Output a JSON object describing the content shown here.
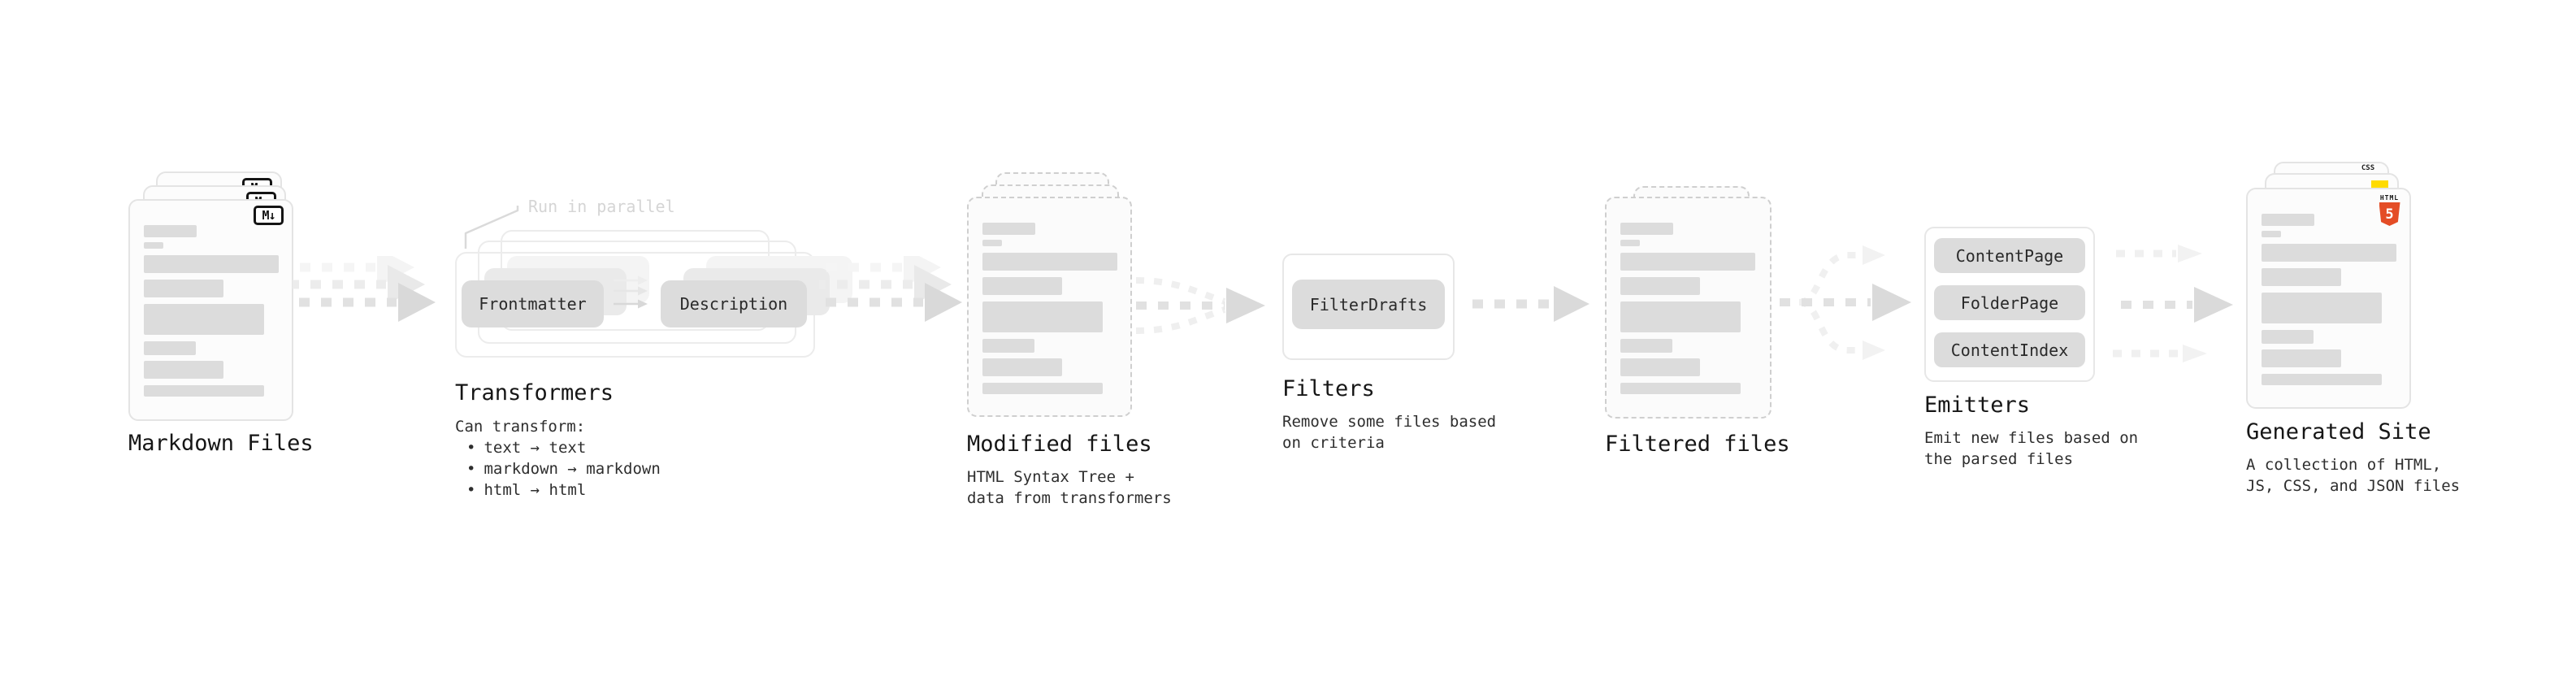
{
  "nodes": {
    "markdown_files": {
      "label": "Markdown Files",
      "badge": "M↓"
    },
    "transformers": {
      "label": "Transformers",
      "note": "Run in parallel",
      "source_pill": "Frontmatter",
      "target_pill": "Description",
      "desc_heading": "Can transform:",
      "bullet": "•",
      "desc_items": [
        "text → text",
        "markdown → markdown",
        "html → html"
      ]
    },
    "modified_files": {
      "label": "Modified files",
      "desc": [
        "HTML Syntax Tree +",
        "data from transformers"
      ]
    },
    "filters": {
      "label": "Filters",
      "pill": "FilterDrafts",
      "desc": [
        "Remove some files based",
        "on criteria"
      ]
    },
    "filtered_files": {
      "label": "Filtered files"
    },
    "emitters": {
      "label": "Emitters",
      "pills": [
        "ContentPage",
        "FolderPage",
        "ContentIndex"
      ],
      "desc": [
        "Emit new files based on",
        "the parsed files"
      ]
    },
    "generated_site": {
      "label": "Generated Site",
      "desc": [
        "A collection of HTML,",
        "JS, CSS, and JSON files"
      ],
      "badges": {
        "css_label": "CSS",
        "html_label": "HTML",
        "html_number": "5"
      }
    }
  },
  "colors": {
    "pill_bg": "#dcdcdc",
    "card_border": "#e4e4e4",
    "dashed_border": "#cfcfcf",
    "arrow_main": "#dadada",
    "arrow_ghost": "#efefef",
    "note_gray": "#d5d5d5",
    "markdown_badge": "#141414",
    "html5_orange": "#e44d26",
    "js_yellow": "#ffdb00",
    "css_blue": "#2f66f2"
  }
}
